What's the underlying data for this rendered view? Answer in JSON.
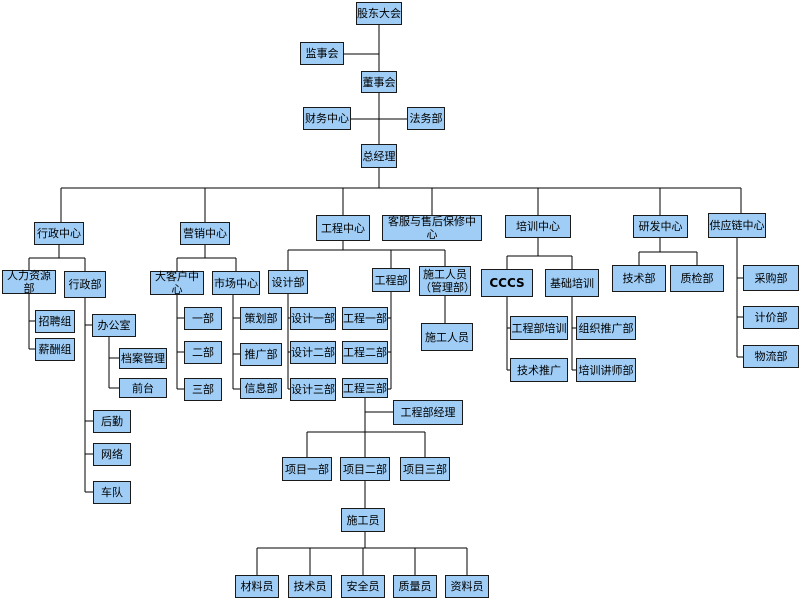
{
  "diagram": {
    "background_color": "#ffffff",
    "node_fill_color": "#9fcdf6",
    "node_border_color": "#1a1a1a",
    "line_color": "#000000",
    "nodes": {
      "gudong": "股东大会",
      "jianshi": "监事会",
      "dongshi": "董事会",
      "caiwu": "财务中心",
      "fawu": "法务部",
      "zongjingli": "总经理",
      "xingzheng_center": "行政中心",
      "yingxiao": "营销中心",
      "gongcheng_center": "工程中心",
      "kefu": "客服与售后保修中心",
      "peixun": "培训中心",
      "yanfa": "研发中心",
      "gongying": "供应链中心",
      "renli": "人力资源部",
      "xingzheng_bu": "行政部",
      "zhaopin": "招聘组",
      "xinchou": "薪酬组",
      "bangong": "办公室",
      "dangan": "档案管理",
      "qiantai": "前台",
      "houqin": "后勤",
      "wangluo": "网络",
      "chedui": "车队",
      "dakehu": "大客户中心",
      "shichang": "市场中心",
      "yibu": "一部",
      "erbu": "二部",
      "sanbu": "三部",
      "cehua": "策划部",
      "tuiguang": "推广部",
      "xinxi": "信息部",
      "sheji": "设计部",
      "sheji1": "设计一部",
      "sheji2": "设计二部",
      "sheji3": "设计三部",
      "gongcheng_bu": "工程部",
      "gc1": "工程一部",
      "gc2": "工程二部",
      "gc3": "工程三部",
      "shigong_ry": "施工人员\n（管理部）",
      "shigong_ry2": "施工人员",
      "gcjl": "工程部经理",
      "xm1": "项目一部",
      "xm2": "项目二部",
      "xm3": "项目三部",
      "shigongyuan": "施工员",
      "cailiao": "材料员",
      "jishu_yuan": "技术员",
      "anquan": "安全员",
      "zhiliang": "质量员",
      "ziliao": "资料员",
      "cccs": "CCCS",
      "jichu": "基础培训",
      "gcbpx": "工程部培训",
      "jstg": "技术推广",
      "zztg": "组织推广部",
      "pxjs": "培训讲师部",
      "jishu_bu": "技术部",
      "zhijian": "质检部",
      "caigou": "采购部",
      "jijia": "计价部",
      "wuliu": "物流部"
    }
  }
}
